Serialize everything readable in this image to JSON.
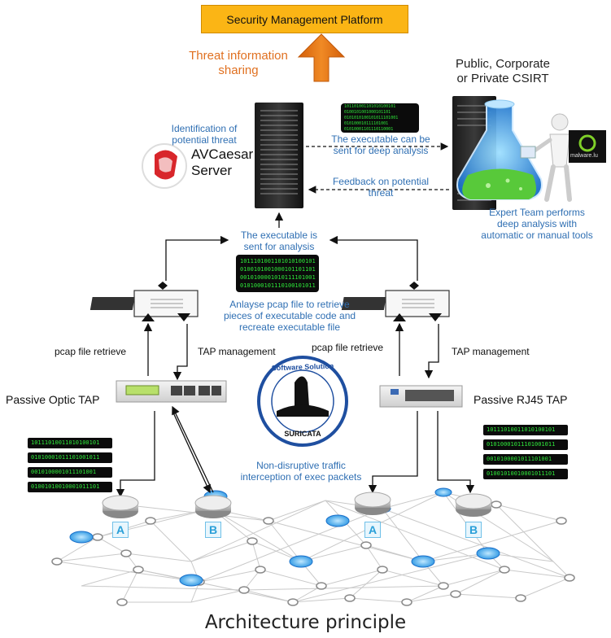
{
  "platform": {
    "label": "Security Management Platform",
    "color": "#fbb515"
  },
  "threat_sharing": {
    "line1": "Threat information",
    "line2": "sharing",
    "color": "#e07020"
  },
  "csirt": {
    "line1": "Public, Corporate",
    "line2": "or Private CSIRT"
  },
  "identification": {
    "line1": "Identification of",
    "line2": "potential threat"
  },
  "server": {
    "line1": "AVCaesar",
    "line2": "Server"
  },
  "deep_analysis": {
    "line1": "The executable can be",
    "line2": "sent  for deep analysis"
  },
  "feedback": {
    "line1": "Feedback on potential",
    "line2": "threat"
  },
  "expert": {
    "line1": "Expert Team performs",
    "line2": "deep analysis with",
    "line3": "automatic or manual tools"
  },
  "malware_logo": {
    "text": "malware.lu"
  },
  "sent_for_analysis": {
    "line1": "The executable is",
    "line2": "sent for analysis"
  },
  "binary_top": [
    "101101001101010100101",
    "0100101001000101101",
    "0101010100101011101001",
    "010100010111101001",
    "01010001101110110001"
  ],
  "binary_center": [
    "1011101001101010100101",
    "0100101001000101101101",
    "0010100001010111101001",
    "0101000101110100101011"
  ],
  "anlayse": {
    "line1": "Anlayse pcap file to retrieve",
    "line2": "pieces of executable code  and",
    "line3": "recreate executable file"
  },
  "left_tap": {
    "pcap": "pcap file retrieve",
    "mgmt": "TAP management",
    "name": "Passive Optic TAP"
  },
  "right_tap": {
    "pcap": "pcap file retrieve",
    "mgmt": "TAP management",
    "name": "Passive RJ45 TAP"
  },
  "suricata": {
    "top": "Software Solution",
    "bottom": "SURICATA"
  },
  "binary_left": [
    "10111010011010100101",
    "01010001011101001011",
    "0010100001011101001",
    "01001010010001011101"
  ],
  "binary_right": [
    "10111010011010100101",
    "01010001011101001011",
    "0010100001011101001",
    "01001010010001011101"
  ],
  "non_disruptive": {
    "line1": "Non-disruptive traffic",
    "line2": "interception of exec packets"
  },
  "routers": {
    "a1": "A",
    "b1": "B",
    "a2": "A",
    "b2": "B"
  },
  "caption": "Architecture principle",
  "colors": {
    "blue_text": "#2f6fb3",
    "arrow_orange": "#e8700f",
    "node_blue": "#1e90e0",
    "binary_green": "#2ee83a"
  }
}
